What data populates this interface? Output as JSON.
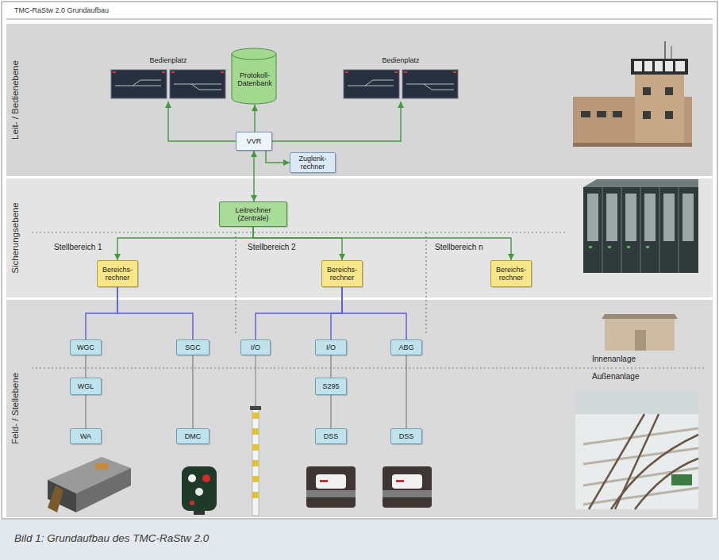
{
  "diagram": {
    "title": "TMC-RaStw 2.0 Grundaufbau",
    "caption": "Bild 1: Grundaufbau des TMC-RaStw 2.0",
    "nodes": [
      {
        "text": [
          "Leit- / Bedienebene"
        ]
      },
      {
        "text": [
          "Bedienplatz"
        ],
        "in": 0
      },
      {
        "text": [
          "Protokoll- Datenbank"
        ],
        "in": 0
      },
      {
        "text": [
          "Bedienplatz"
        ],
        "in": 0
      },
      {
        "text": [
          "VVR"
        ],
        "in": 0
      },
      {
        "text": [
          "Zuglenk- rechner"
        ],
        "in": 0
      },
      {
        "text": [
          "Sicherungsebene"
        ]
      },
      {
        "text": [
          "Leitrechner (Zentrale)"
        ],
        "in": 6
      },
      {
        "text": [
          "Bereichs- rechner"
        ],
        "in": 6
      },
      {
        "text": [
          "Bereichs- rechner"
        ],
        "in": 6
      },
      {
        "text": [
          "Bereichs- rechner"
        ],
        "in": 6
      },
      {
        "text": [
          "Feld- / Stellebene"
        ]
      },
      {
        "text": [
          "WGC"
        ],
        "in": 11
      },
      {
        "text": [
          "SGC"
        ],
        "in": 11
      },
      {
        "text": [
          "I/O"
        ],
        "in": 11
      },
      {
        "text": [
          "I/O"
        ],
        "in": 11
      },
      {
        "text": [
          "ABG"
        ],
        "in": 11
      },
      {
        "text": [
          "WGL"
        ],
        "in": 11
      },
      {
        "text": [
          "S295"
        ],
        "in": 11
      },
      {
        "text": [
          "WA"
        ],
        "in": 11
      },
      {
        "text": [
          "DMC"
        ],
        "in": 11
      },
      {
        "text": [
          "DSS"
        ],
        "in": 11
      },
      {
        "text": [
          "DSS"
        ],
        "in": 11
      }
    ],
    "edges": [
      {
        "from": 4,
        "to": 1,
        "arrow": "to"
      },
      {
        "from": 4,
        "to": 2,
        "arrow": "to"
      },
      {
        "from": 4,
        "to": 3,
        "arrow": "to"
      },
      {
        "from": 4,
        "to": 5,
        "arrow": "to"
      },
      {
        "from": 7,
        "to": 4,
        "arrow": "both"
      },
      {
        "from": 7,
        "to": 8,
        "arrow": "to"
      },
      {
        "from": 7,
        "to": 9,
        "arrow": "to"
      },
      {
        "from": 7,
        "to": 10,
        "arrow": "to"
      },
      {
        "from": 8,
        "to": 12,
        "arrow": "none"
      },
      {
        "from": 8,
        "to": 13,
        "arrow": "none"
      },
      {
        "from": 9,
        "to": 14,
        "arrow": "none"
      },
      {
        "from": 9,
        "to": 15,
        "arrow": "none"
      },
      {
        "from": 9,
        "to": 16,
        "arrow": "none"
      },
      {
        "from": 12,
        "to": 17,
        "arrow": "none"
      },
      {
        "from": 17,
        "to": 19,
        "arrow": "none"
      },
      {
        "from": 13,
        "to": 20,
        "arrow": "none"
      },
      {
        "from": 15,
        "to": 18,
        "arrow": "none"
      },
      {
        "from": 18,
        "to": 21,
        "arrow": "none"
      },
      {
        "from": 16,
        "to": 22,
        "arrow": "none"
      }
    ],
    "labels": [
      "Stellbereich 1",
      "Stellbereich 2",
      "Stellbereich n",
      "Innenanlage",
      "Außenanlage"
    ]
  }
}
